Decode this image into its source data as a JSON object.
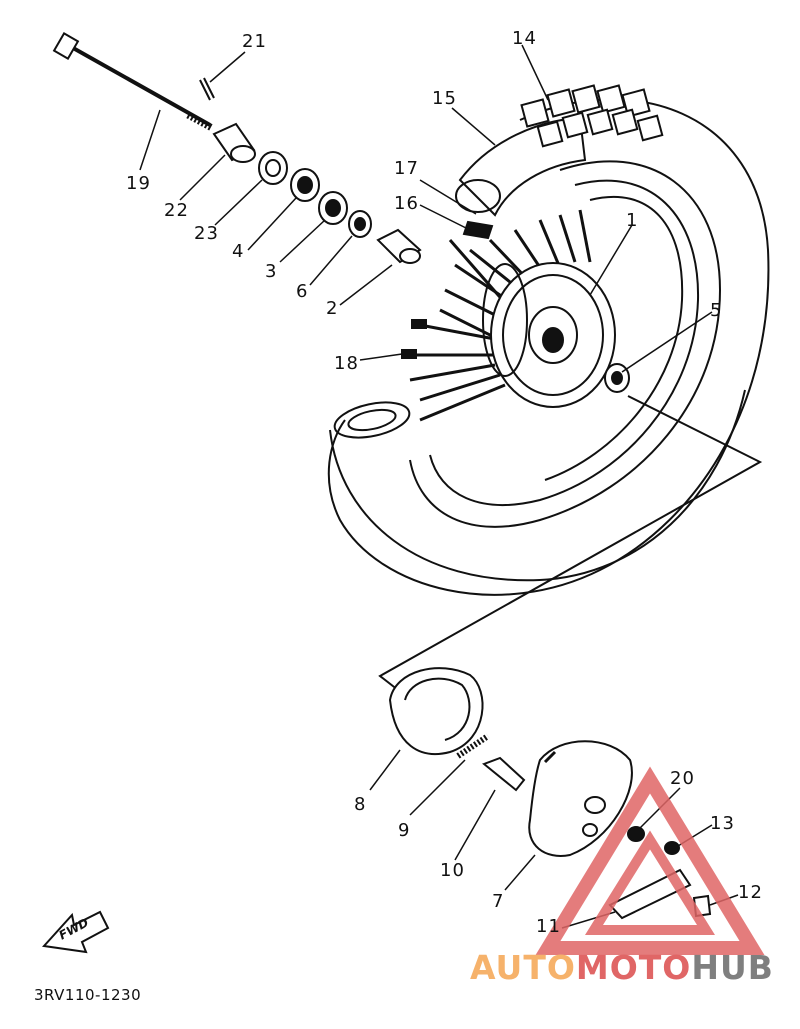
{
  "diagram": {
    "drawing_code": "3RV110-1230",
    "direction_label": "FWD",
    "callouts": [
      "1",
      "2",
      "3",
      "4",
      "5",
      "6",
      "7",
      "8",
      "9",
      "10",
      "11",
      "12",
      "13",
      "14",
      "15",
      "16",
      "17",
      "18",
      "19",
      "20",
      "21",
      "22",
      "23"
    ]
  },
  "watermark": {
    "text_part1": "AUTO",
    "text_part2": "MOTO",
    "text_part3": "HUB",
    "color_orange": "#f6b26b",
    "color_red": "#e06666",
    "color_gray": "#7f7f7f"
  }
}
